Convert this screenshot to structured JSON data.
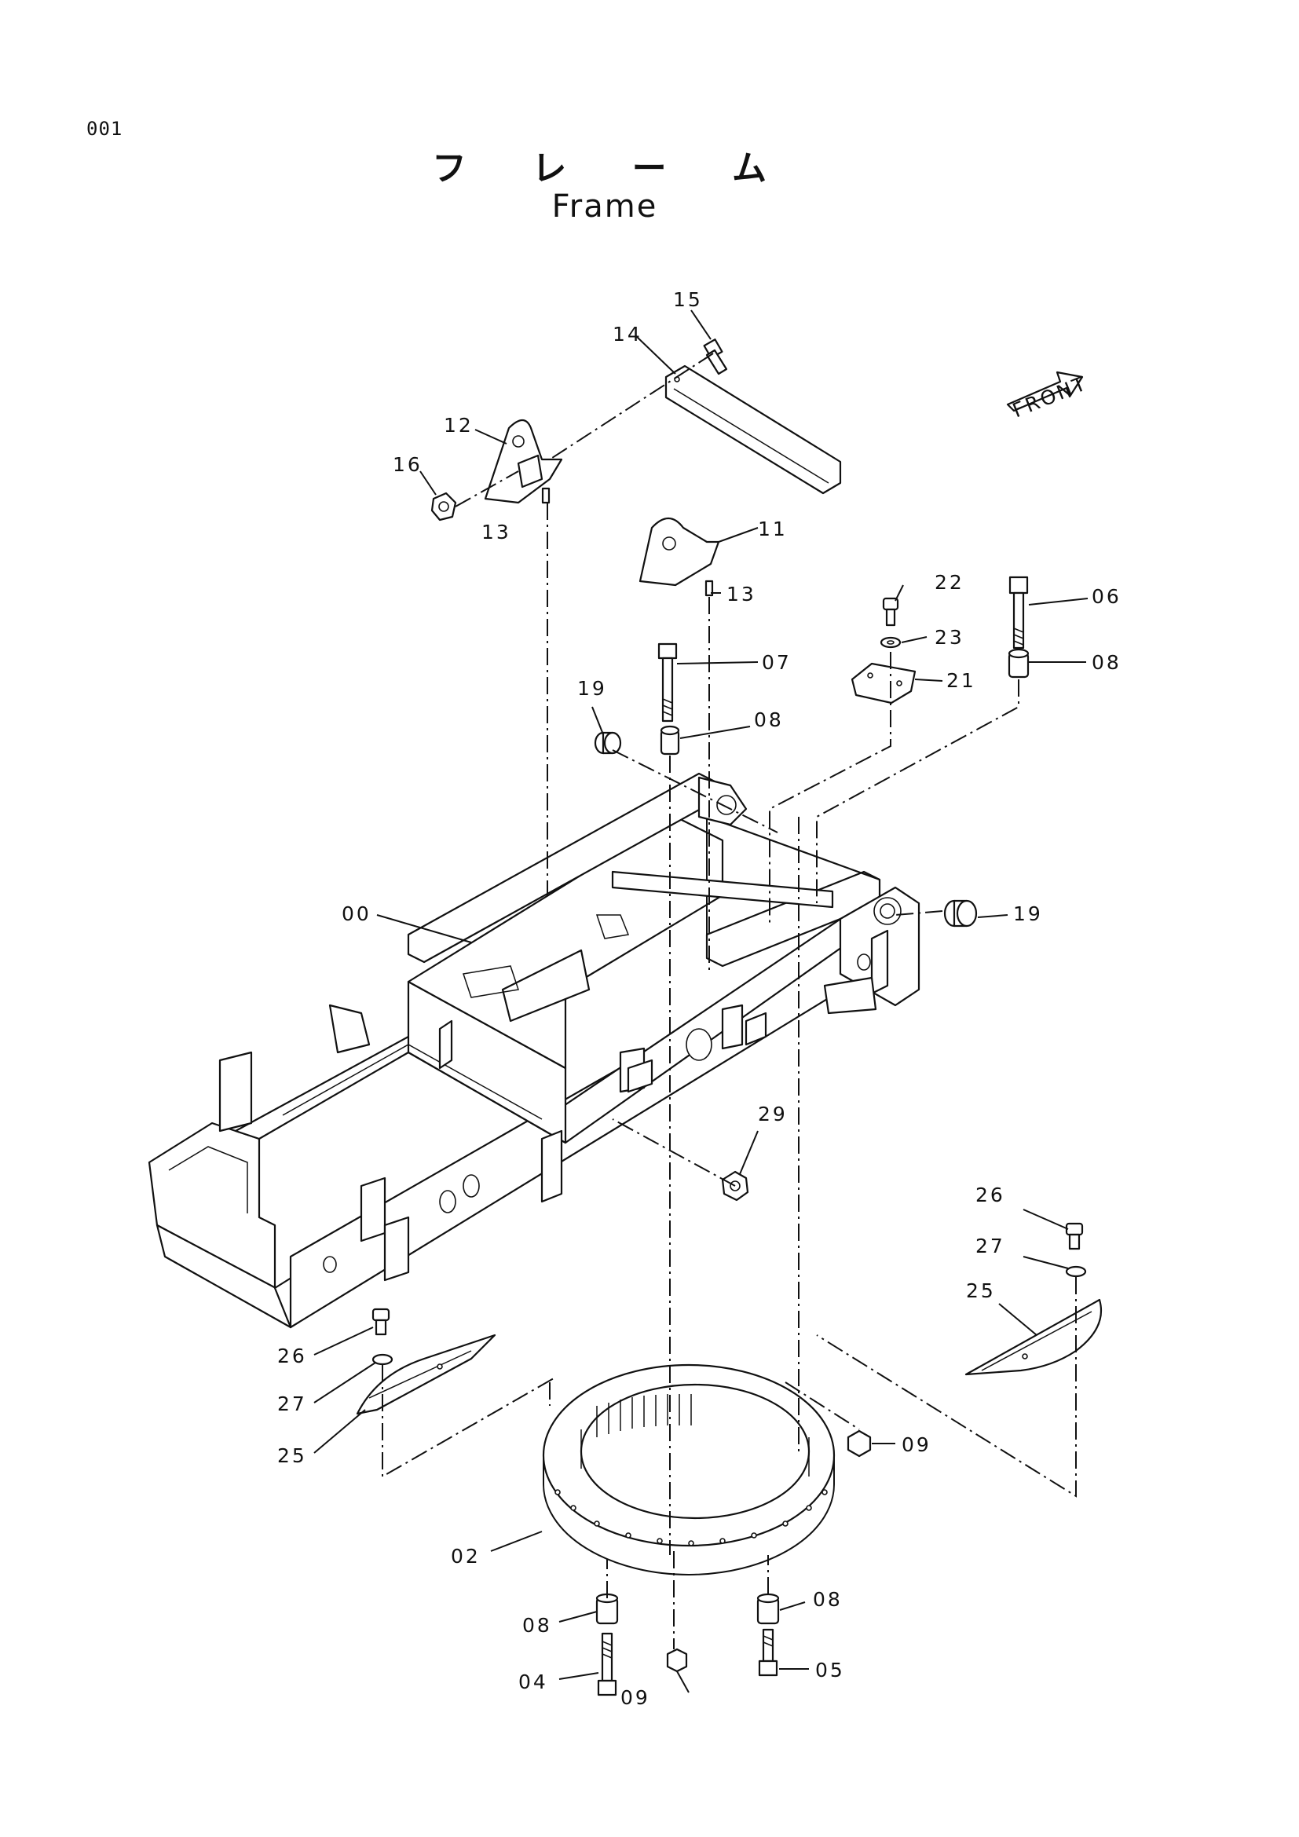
{
  "page": {
    "number": "001"
  },
  "title": {
    "japanese": "フ レ ー ム",
    "english": "Frame"
  },
  "direction_marker": {
    "text": "FRONT"
  },
  "callouts": [
    "15",
    "14",
    "12",
    "16",
    "13",
    "11",
    "13",
    "22",
    "06",
    "23",
    "21",
    "08",
    "07",
    "19",
    "08",
    "00",
    "19",
    "29",
    "26",
    "27",
    "25",
    "26",
    "27",
    "25",
    "09",
    "02",
    "08",
    "08",
    "04",
    "09",
    "05"
  ]
}
